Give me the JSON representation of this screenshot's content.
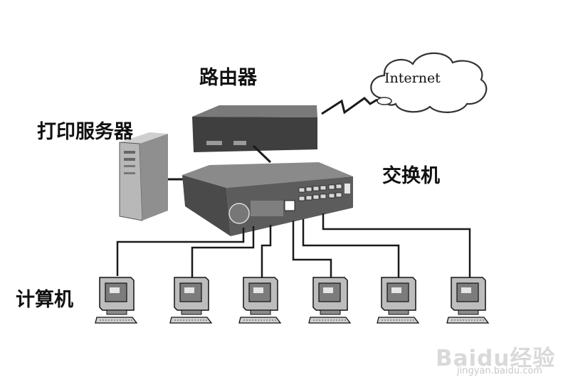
{
  "labels": {
    "router": "路由器",
    "print_server": "打印服务器",
    "switch": "交换机",
    "computers": "计算机",
    "internet": "Internet"
  },
  "watermark": {
    "logo": "Baidu经验",
    "url": "jingyan.baidu.com"
  },
  "colors": {
    "line": "#1a1a1a",
    "device_dark": "#3a3a3a",
    "device_mid": "#6d6d6d",
    "device_light": "#bdbdbd",
    "watermark": "#d9d9d9"
  },
  "nodes": [
    "Internet",
    "路由器",
    "交换机",
    "打印服务器",
    "计算机"
  ],
  "computer_count": 6
}
